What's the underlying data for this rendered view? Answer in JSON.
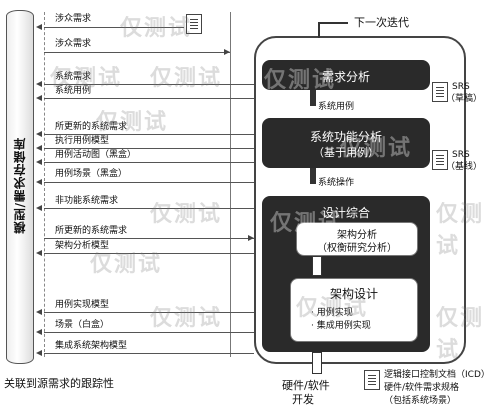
{
  "left_bar": {
    "label": "模型/需求存储库"
  },
  "left_rows": [
    "涉众需求",
    "涉众需求",
    "系统需求",
    "系统用例",
    "所更新的系统需求",
    "执行用例模型",
    "用例活动图（黑盒）",
    "用例场景（黑盒）",
    "非功能系统需求",
    "所更新的系统需求",
    "架构分析模型",
    "用例实现模型",
    "场景（白盒）",
    "集成系统架构模型"
  ],
  "bottom_left": "关联到源需求的跟踪性",
  "top_next": "下一次迭代",
  "panels": {
    "req_analysis": "需求分析",
    "sys_func_line1": "系统功能分析",
    "sys_func_line2": "（基于用例）",
    "design_synth": "设计综合",
    "arch_analysis_line1": "架构分析",
    "arch_analysis_line2": "（权衡研究分析）",
    "arch_design": "架构设计",
    "arch_item1": "· 用例实现",
    "arch_item2": "· 集成用例实现"
  },
  "flow_labels": {
    "sys_usecase": "系统用例",
    "sys_operation": "系统操作"
  },
  "right_docs": {
    "srs1_line1": "SRS",
    "srs1_line2": "（草稿）",
    "srs2_line1": "SRS",
    "srs2_line2": "（基线）"
  },
  "bottom_center": {
    "line1": "硬件/软件",
    "line2": "开发"
  },
  "bottom_right": {
    "line1": "逻辑接口控制文档（ICD）",
    "line2": "硬件/软件需求规格",
    "line3": "（包括系统场景）"
  },
  "watermark": "仅测试"
}
